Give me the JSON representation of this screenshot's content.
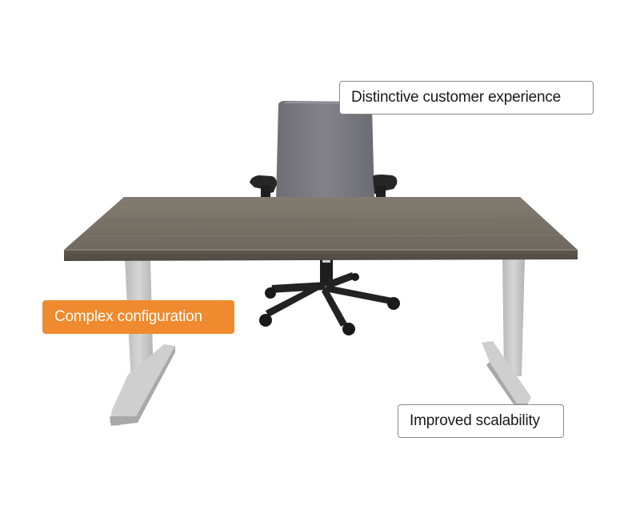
{
  "labels": {
    "experience": "Distinctive customer experience",
    "complex": "Complex configuration",
    "scalability": "Improved scalability"
  },
  "colors": {
    "highlight": "#ef8a2e",
    "desk_top": "#7d766b",
    "desk_frame": "#c8c8c8",
    "chair_fabric": "#7c7b83",
    "chair_base": "#1f1f1f"
  },
  "scene": {
    "objects": [
      "standing-desk",
      "office-chair"
    ]
  }
}
